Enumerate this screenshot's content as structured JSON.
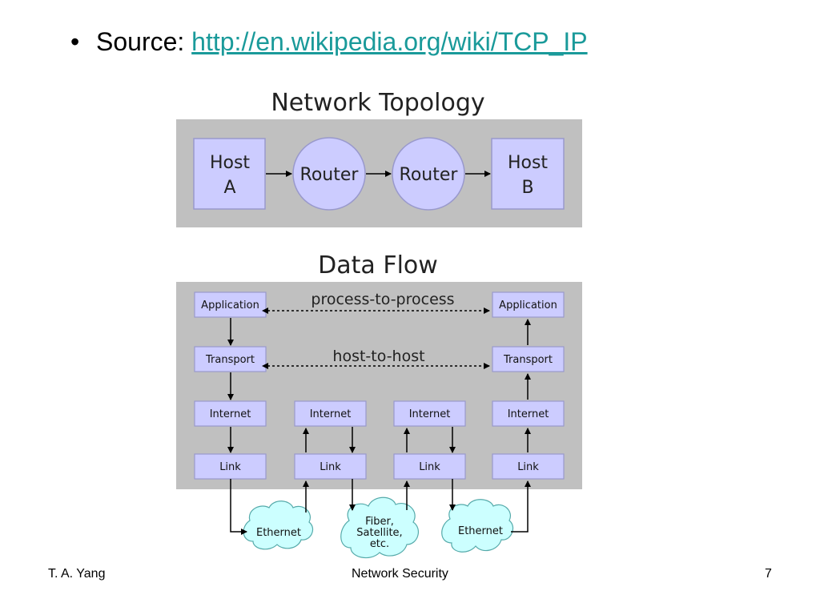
{
  "slide": {
    "bullet": "•",
    "source_label": "Source:",
    "source_link": "http://en.wikipedia.org/wiki/TCP_IP"
  },
  "topology": {
    "title": "Network Topology",
    "host_a": [
      "Host",
      "A"
    ],
    "router_1": "Router",
    "router_2": "Router",
    "host_b": [
      "Host",
      "B"
    ]
  },
  "dataflow": {
    "title": "Data Flow",
    "process_label": "process-to-process",
    "host_label": "host-to-host",
    "layers": {
      "application": "Application",
      "transport": "Transport",
      "internet": "Internet",
      "link": "Link"
    },
    "clouds": {
      "ethernet_left": [
        "Ethernet"
      ],
      "middle": [
        "Fiber,",
        "Satellite,",
        "etc."
      ],
      "ethernet_right": [
        "Ethernet"
      ]
    }
  },
  "footer": {
    "author": "T. A. Yang",
    "course": "Network Security",
    "page": "7"
  },
  "colors": {
    "panel": "#c0c0c0",
    "node_fill": "#ccccff",
    "node_stroke": "#9999cc",
    "cloud_fill": "#ccffff",
    "link_text": "#1a9a9a"
  }
}
